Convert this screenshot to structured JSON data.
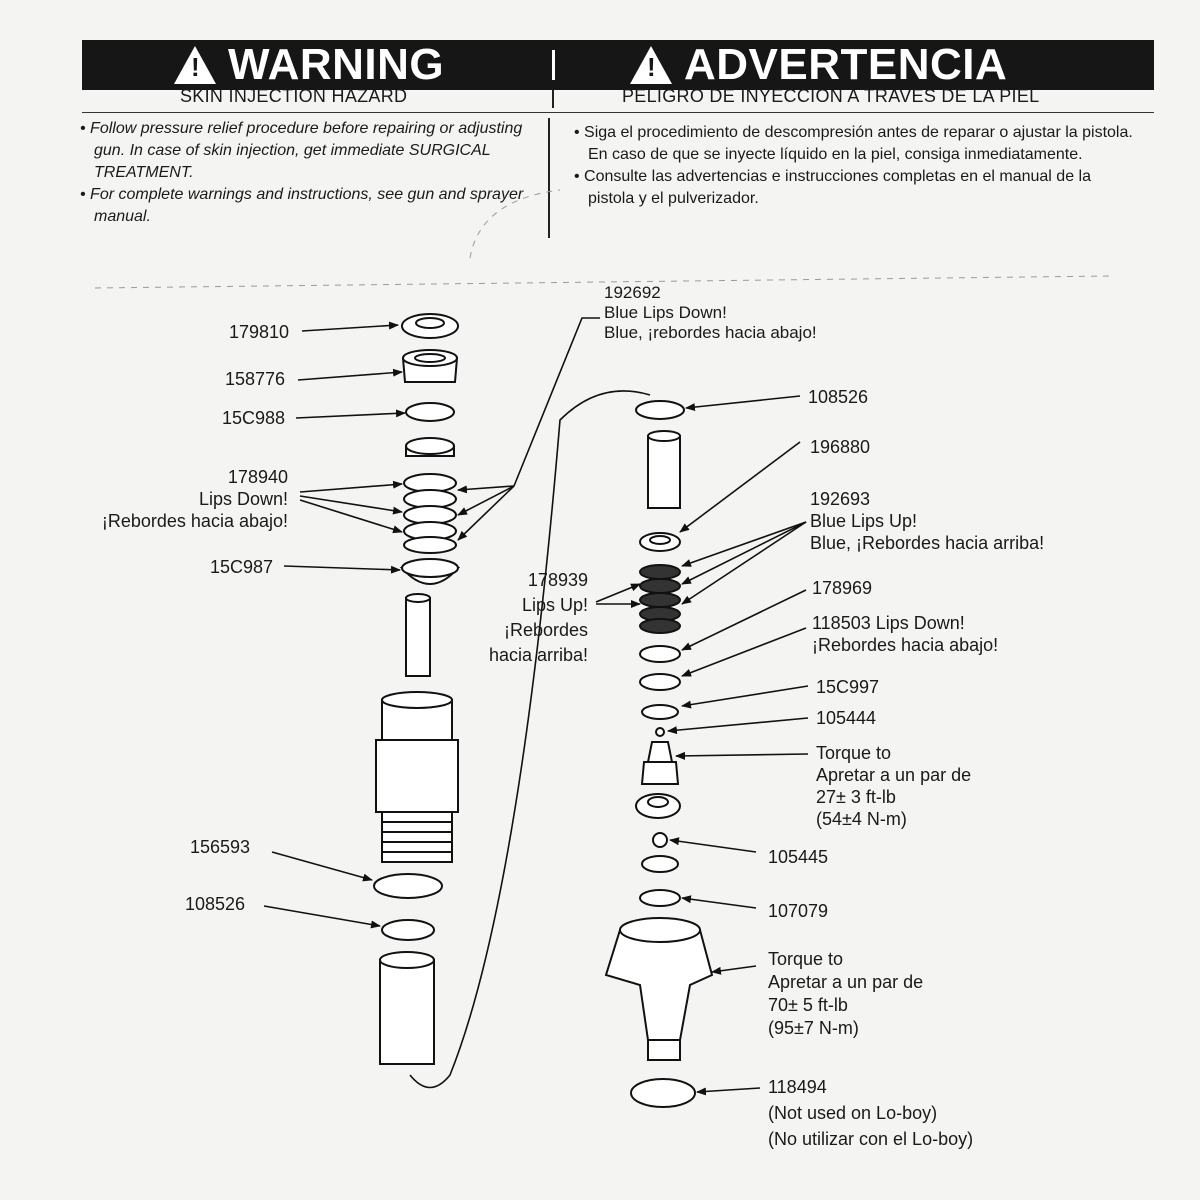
{
  "header": {
    "warning_title": "WARNING",
    "advertencia_title": "ADVERTENCIA",
    "warning_icon_glyph": "!",
    "hazard_en": "SKIN INJECTION HAZARD",
    "hazard_es": "PELIGRO DE INYECCIÓN A TRAVÉS DE LA PIEL"
  },
  "instructions": {
    "en": [
      "• Follow pressure relief procedure before repairing or adjusting gun. In case of skin injection, get immediate SURGICAL TREATMENT.",
      "• For complete warnings and instructions, see gun and sprayer manual."
    ],
    "es": [
      "• Siga el procedimiento de descompresión antes de reparar o ajustar la pistola. En caso de que se inyecte líquido en la piel, consiga inmediatamente.",
      "• Consulte las advertencias e instrucciones completas en el manual de la pistola y el pulverizador."
    ]
  },
  "parts_left": {
    "p179810": "179810",
    "p158776": "158776",
    "p15c988": "15C988",
    "p178940": "178940",
    "lips_down_en": "Lips Down!",
    "lips_down_es": "¡Rebordes hacia abajo!",
    "p15c987": "15C987",
    "p156593": "156593",
    "p108526": "108526"
  },
  "parts_center": {
    "p192692": "192692",
    "blue_lips_down_en": "Blue Lips Down!",
    "blue_lips_down_es": "Blue, ¡rebordes hacia abajo!",
    "p178939": "178939",
    "lips_up_en": "Lips Up!",
    "lips_up_es_1": "¡Rebordes",
    "lips_up_es_2": "hacia arriba!"
  },
  "parts_right": {
    "p108526": "108526",
    "p196880": "196880",
    "p192693": "192693",
    "blue_lips_up_en": "Blue Lips Up!",
    "blue_lips_up_es": "Blue, ¡Rebordes hacia arriba!",
    "p178969": "178969",
    "p118503": "118503 Lips Down!",
    "p118503_es": "¡Rebordes hacia abajo!",
    "p15c997": "15C997",
    "p105444": "105444",
    "torque1": [
      "Torque to",
      "Apretar a un par de",
      "27± 3 ft-lb",
      "(54±4 N-m)"
    ],
    "p105445": "105445",
    "p107079": "107079",
    "torque2": [
      "Torque to",
      "Apretar a un par de",
      "70± 5 ft-lb",
      "(95±7 N-m)"
    ],
    "p118494": "118494",
    "p118494_note_en": "(Not used on Lo-boy)",
    "p118494_note_es": "(No utilizar con el Lo-boy)"
  }
}
